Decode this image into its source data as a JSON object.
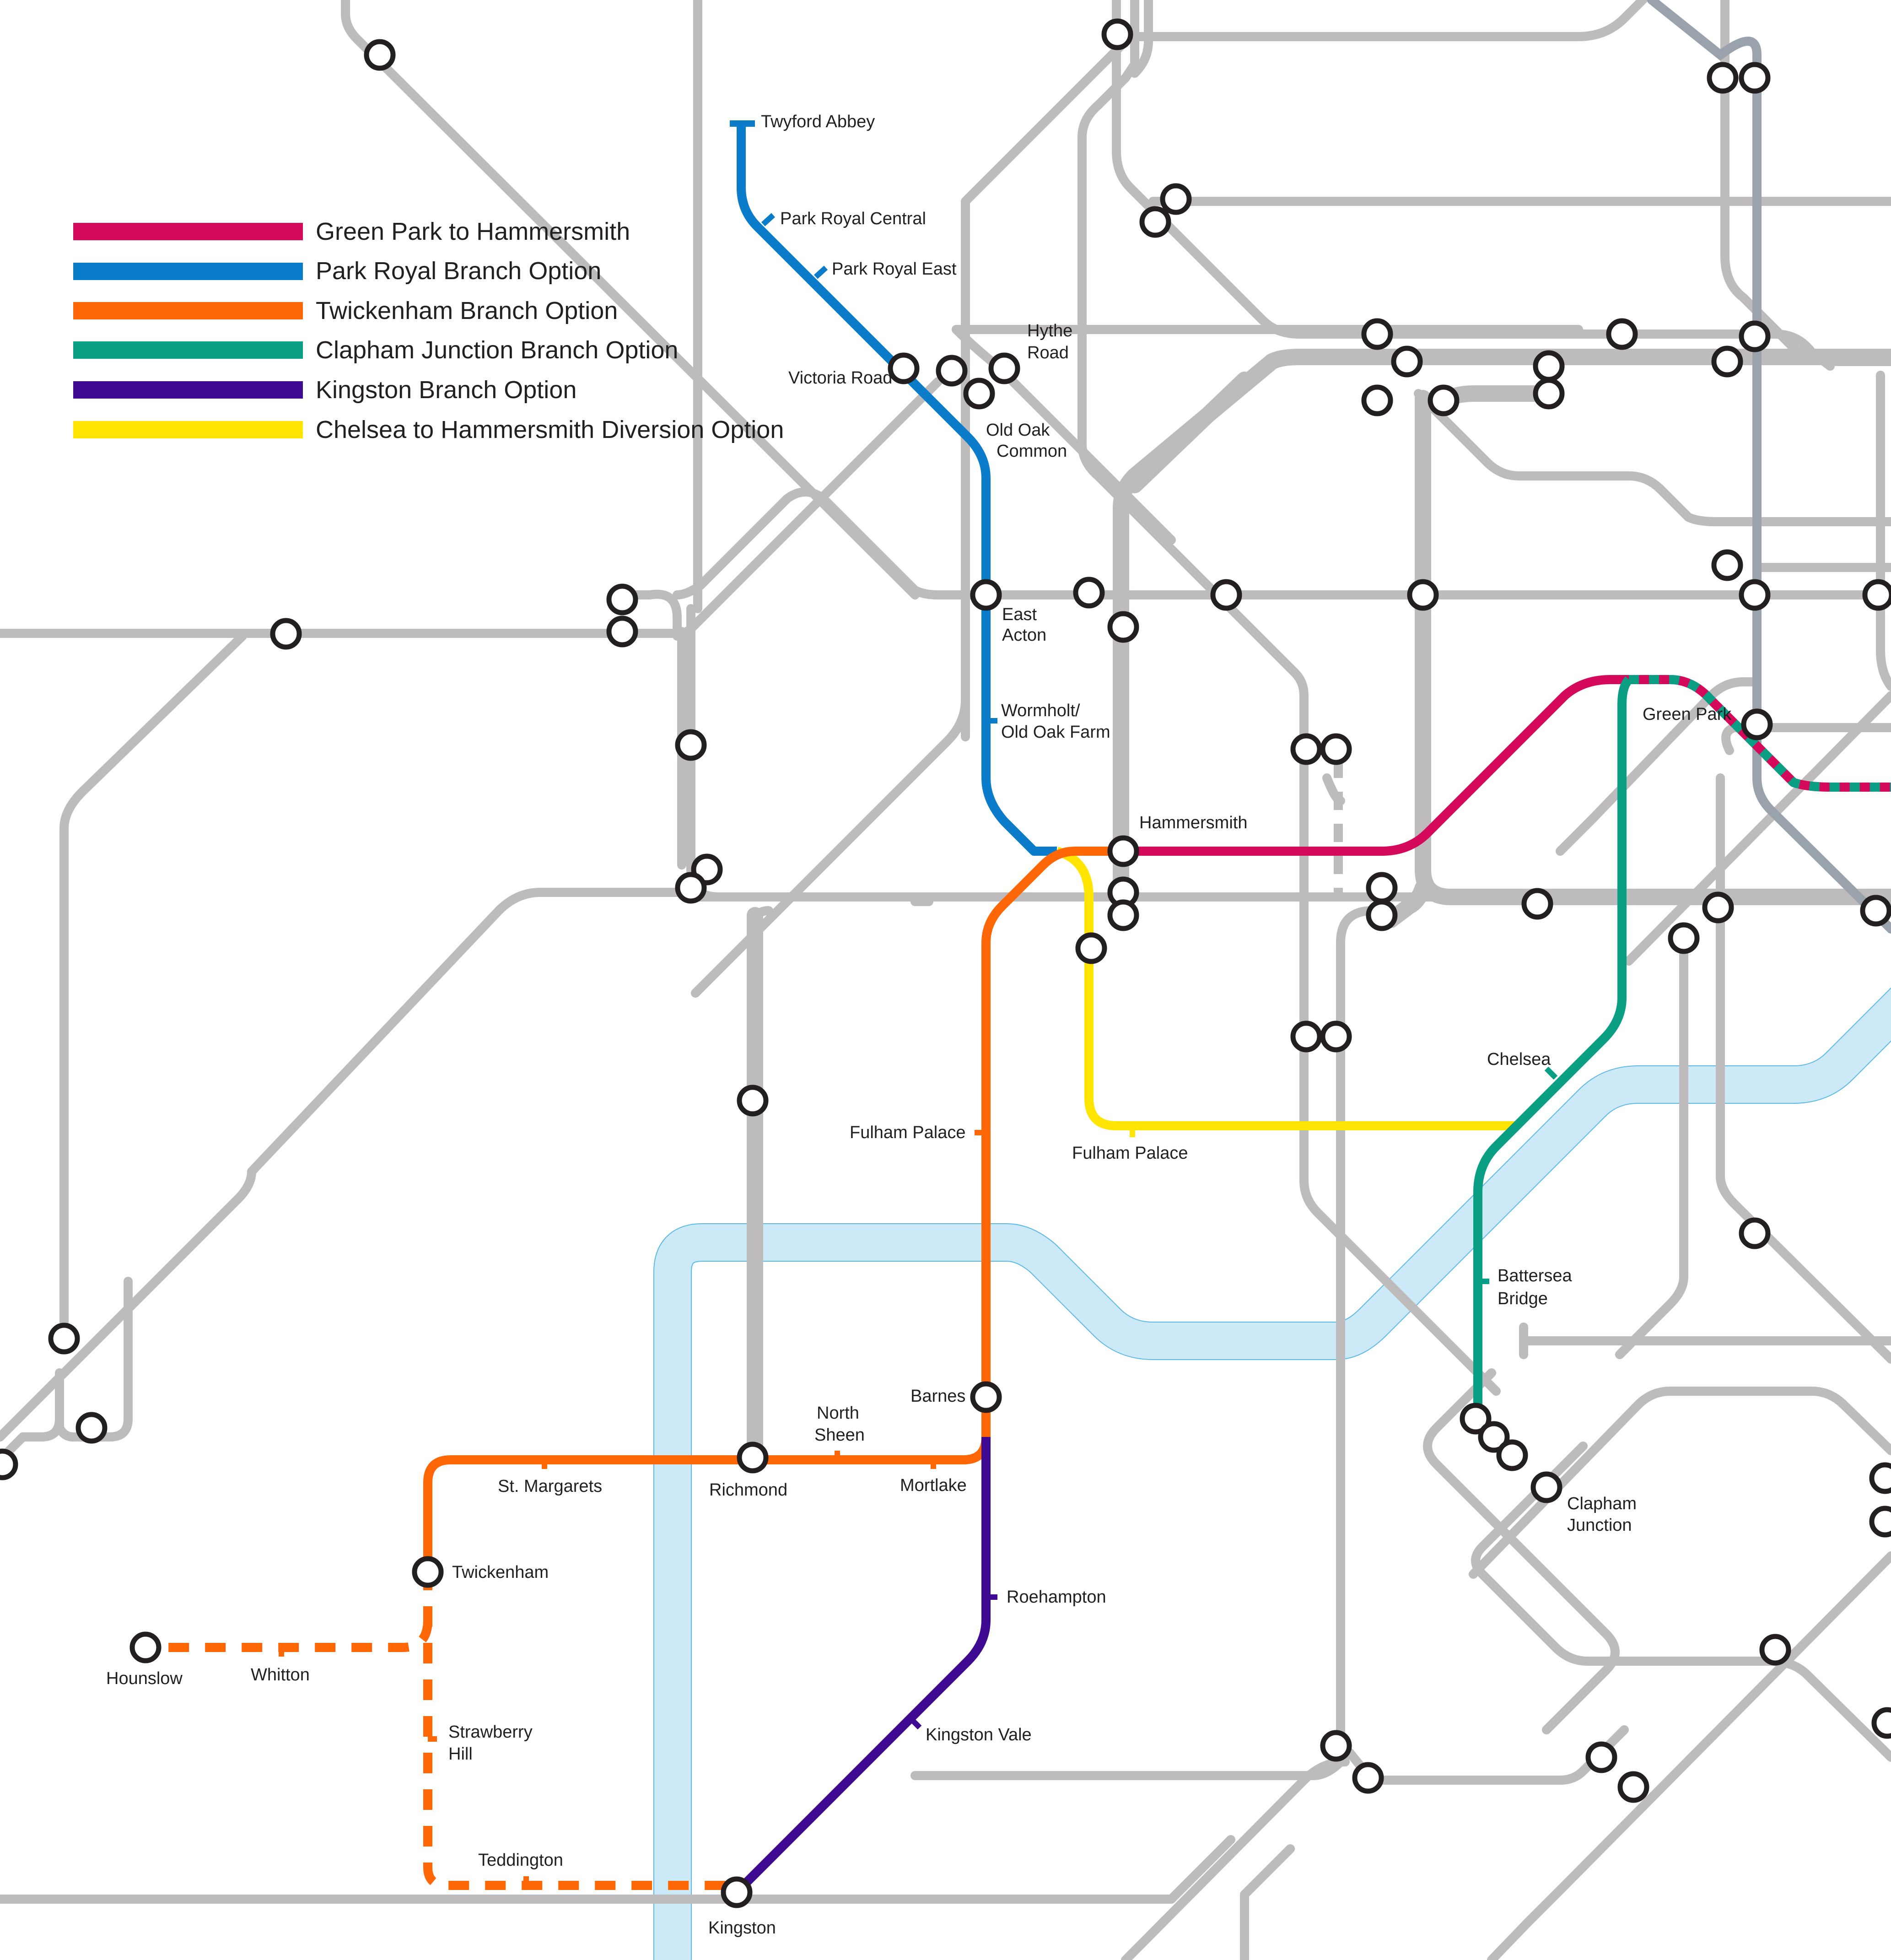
{
  "colors": {
    "green_park_hammersmith": "#d5095a",
    "park_royal": "#0a7cc9",
    "twickenham": "#ff6605",
    "clapham_junction": "#0a9f84",
    "kingston": "#3d0a91",
    "chelsea_diversion": "#ffe500",
    "background_lines": "#bdbbbb",
    "river": "#cce9f8",
    "grey_blue_line": "#9aa3ab"
  },
  "legend": [
    {
      "label": "Green Park to Hammersmith",
      "color": "#d5095a"
    },
    {
      "label": "Park Royal Branch Option",
      "color": "#0a7cc9"
    },
    {
      "label": "Twickenham Branch Option",
      "color": "#ff6605"
    },
    {
      "label": "Clapham Junction Branch Option",
      "color": "#0a9f84"
    },
    {
      "label": "Kingston Branch Option",
      "color": "#3d0a91"
    },
    {
      "label": "Chelsea to Hammersmith Diversion Option",
      "color": "#ffe500"
    }
  ],
  "stations": {
    "twyford_abbey": "Twyford Abbey",
    "park_royal_central": "Park Royal Central",
    "park_royal_east": "Park Royal East",
    "victoria_road": "Victoria Road",
    "hythe_road_1": "Hythe",
    "hythe_road_2": "Road",
    "old_oak_common_1": "Old Oak",
    "old_oak_common_2": "Common",
    "east_acton_1": "East",
    "east_acton_2": "Acton",
    "wormholt_1": "Wormholt/",
    "wormholt_2": "Old Oak Farm",
    "hammersmith": "Hammersmith",
    "green_park": "Green Park",
    "chelsea": "Chelsea",
    "fulham_palace_orange": "Fulham Palace",
    "fulham_palace_yellow": "Fulham Palace",
    "battersea_bridge_1": "Battersea",
    "battersea_bridge_2": "Bridge",
    "clapham_junction_1": "Clapham",
    "clapham_junction_2": "Junction",
    "barnes": "Barnes",
    "north_sheen_1": "North",
    "north_sheen_2": "Sheen",
    "st_margarets": "St. Margarets",
    "richmond": "Richmond",
    "mortlake": "Mortlake",
    "twickenham": "Twickenham",
    "roehampton": "Roehampton",
    "hounslow": "Hounslow",
    "whitton": "Whitton",
    "strawberry_hill_1": "Strawberry",
    "strawberry_hill_2": "Hill",
    "kingston_vale": "Kingston Vale",
    "teddington": "Teddington",
    "kingston": "Kingston"
  }
}
